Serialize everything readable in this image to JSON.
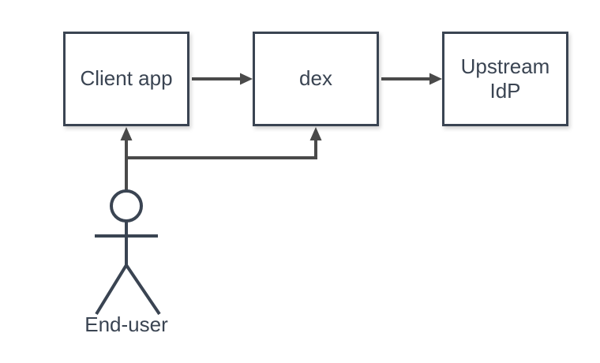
{
  "colors": {
    "background": "#ffffff",
    "node_fill": "#ffffff",
    "node_stroke": "#3a4452",
    "arrow": "#4a4a4a",
    "text": "#3a4452"
  },
  "diagram": {
    "type": "flow-diagram",
    "nodes": [
      {
        "id": "client-app",
        "label": "Client app"
      },
      {
        "id": "dex",
        "label": "dex"
      },
      {
        "id": "upstream-idp",
        "label": "Upstream IdP"
      }
    ],
    "actor": {
      "id": "end-user",
      "label": "End-user"
    },
    "edges": [
      {
        "from": "client-app",
        "to": "dex"
      },
      {
        "from": "dex",
        "to": "upstream-idp"
      },
      {
        "from": "end-user",
        "to": "client-app"
      },
      {
        "from": "end-user",
        "to": "dex"
      }
    ]
  }
}
